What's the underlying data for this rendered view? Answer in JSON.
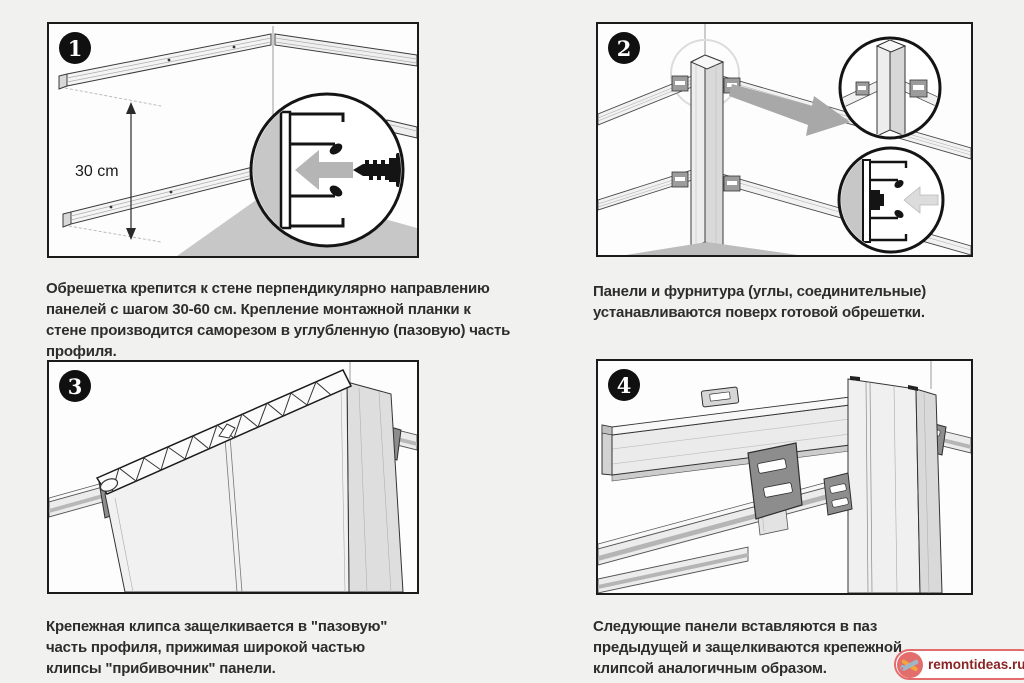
{
  "page": {
    "background_color": "#f1f1ef",
    "panel_border_color": "#1b1b1b",
    "caption_color": "#2d2d2d"
  },
  "steps": [
    {
      "number": "1",
      "figure": "wall-battens-spacing-and-screw-detail",
      "dimension_label": "30 cm",
      "caption": "Обрешетка крепится к стене перпендикулярно направлению\nпанелей с шагом 30-60 см. Крепление монтажной планки к\nстене производится саморезом в углубленную (пазовую) часть\nпрофиля."
    },
    {
      "number": "2",
      "figure": "corner-trim-and-fittings-over-battens",
      "caption": "Панели и фурнитура (углы, соединительные)\nустанавливаются поверх готовой обрешетки."
    },
    {
      "number": "3",
      "figure": "fastening-clip-snaps-into-profile-groove",
      "caption": "Крепежная клипса защелкивается в \"пазовую\"\nчасть профиля, прижимая широкой частью\nклипсы \"прибивочник\" панели."
    },
    {
      "number": "4",
      "figure": "next-panel-inserted-into-groove-of-previous",
      "caption": "Следующие панели вставляются в паз\nпредыдущей и защелкиваются крепежной\nклипсой аналогичным образом."
    }
  ],
  "watermark": {
    "text": "remontideas.ru",
    "icon": "crossed-tools-icon",
    "accent_color": "#e36d6d",
    "text_color": "#8b2424",
    "wrench_color": "#9fb6c9",
    "screwdriver_color": "#f2a53a"
  }
}
